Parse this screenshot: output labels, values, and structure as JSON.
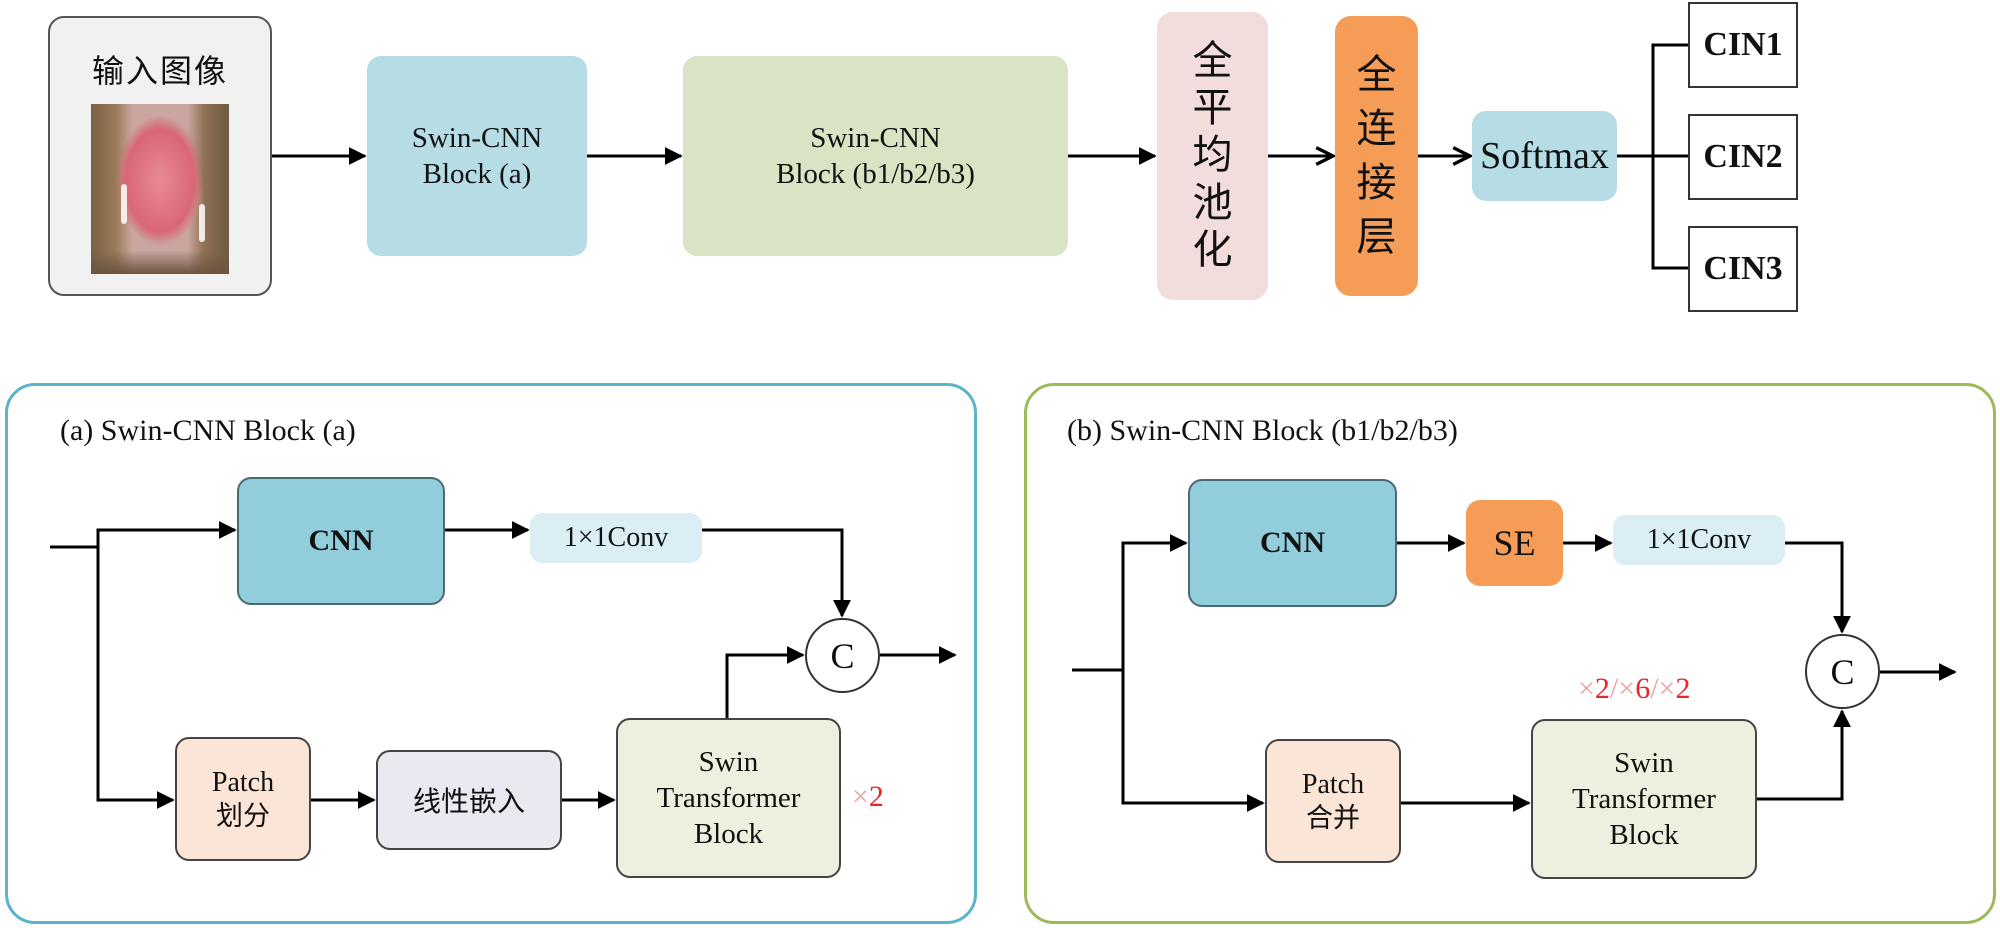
{
  "diagram": {
    "top_flow": {
      "input": {
        "label": "输入图像",
        "image": "colposcopy-image"
      },
      "block_a": {
        "line1": "Swin-CNN",
        "line2": "Block (a)"
      },
      "block_b": {
        "line1": "Swin-CNN",
        "line2": "Block (b1/b2/b3)"
      },
      "gap": {
        "chars": [
          "全",
          "平",
          "均",
          "池",
          "化"
        ]
      },
      "fc": {
        "chars": [
          "全",
          "连",
          "接",
          "层"
        ]
      },
      "softmax": {
        "label": "Softmax"
      },
      "outputs": [
        "CIN1",
        "CIN2",
        "CIN3"
      ]
    },
    "panel_a": {
      "title": "(a) Swin-CNN Block (a)",
      "cnn": "CNN",
      "conv": "1×1Conv",
      "concat": "C",
      "patch": {
        "line1": "Patch",
        "line2": "划分"
      },
      "embed": "线性嵌入",
      "swin": {
        "line1": "Swin",
        "line2": "Transformer",
        "line3": "Block"
      },
      "repeat": {
        "x": "×",
        "n": "2"
      }
    },
    "panel_b": {
      "title": "(b) Swin-CNN Block (b1/b2/b3)",
      "cnn": "CNN",
      "se": "SE",
      "conv": "1×1Conv",
      "concat": "C",
      "patch": {
        "line1": "Patch",
        "line2": "合并"
      },
      "swin": {
        "line1": "Swin",
        "line2": "Transformer",
        "line3": "Block"
      },
      "repeat": {
        "parts": [
          {
            "x": "×",
            "n": "2"
          },
          {
            "sep": "/"
          },
          {
            "x": "×",
            "n": "6"
          },
          {
            "sep": "/"
          },
          {
            "x": "×",
            "n": "2"
          }
        ]
      }
    },
    "colors": {
      "input_bg": "#f1f1f1",
      "block_a_bg": "#b6dce6",
      "block_b_bg": "#d8e4c3",
      "gap_bg": "#f2dcdc",
      "fc_bg": "#f59d56",
      "softmax_bg": "#b6dce6",
      "cnn_bg": "#92cddb",
      "conv_bg": "#daeef4",
      "se_bg": "#f59d56",
      "patch_bg": "#fbe5d6",
      "embed_bg": "#ebe8f1",
      "swin_bg": "#ebf1de",
      "panel_a_border": "#5ab4cc",
      "panel_b_border": "#9bbb59",
      "repeat_text": "#e8262c"
    }
  }
}
